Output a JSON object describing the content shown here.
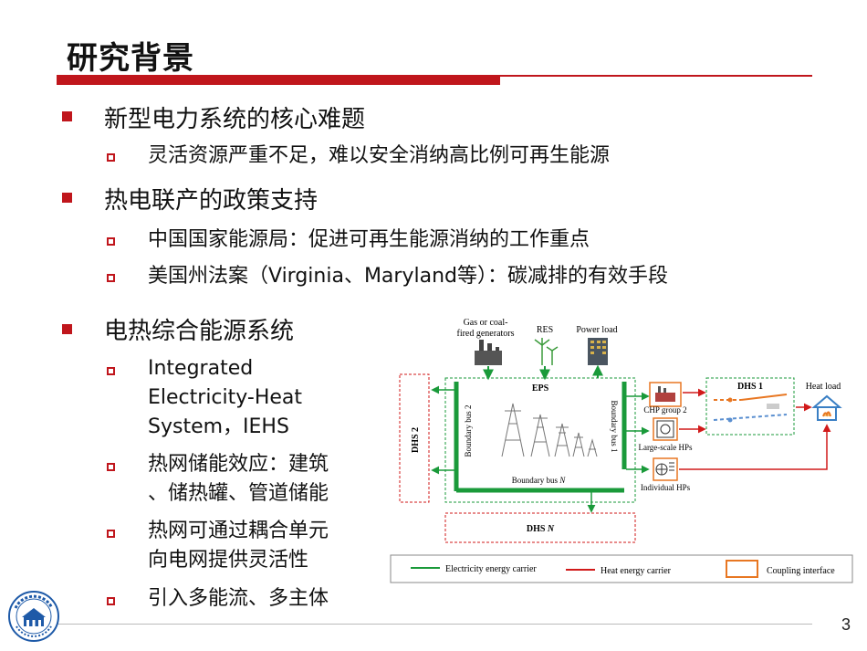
{
  "slide": {
    "title": "研究背景",
    "page_number": "3",
    "colors": {
      "accent": "#c0161c",
      "electric": "#1a9a3a",
      "heat": "#d11a1a",
      "coupling": "#e87722"
    }
  },
  "bullets": {
    "b1": {
      "text": "新型电力系统的核心难题"
    },
    "b1_1": {
      "text": "灵活资源严重不足，难以安全消纳高比例可再生能源"
    },
    "b2": {
      "text": "热电联产的政策支持"
    },
    "b2_1": {
      "text": "中国国家能源局：促进可再生能源消纳的工作重点"
    },
    "b2_2": {
      "text": "美国州法案（Virginia、Maryland等）：碳减排的有效手段"
    },
    "b3": {
      "text": "电热综合能源系统"
    },
    "b3_1": {
      "lines": [
        "Integrated",
        "Electricity-Heat",
        "System，IEHS"
      ]
    },
    "b3_2": {
      "lines": [
        "热网储能效应：建筑",
        "、储热罐、管道储能"
      ]
    },
    "b3_3": {
      "lines": [
        "热网可通过耦合单元",
        "向电网提供灵活性"
      ]
    },
    "b3_4": {
      "text": "引入多能流、多主体"
    }
  },
  "diagram": {
    "gen_label_1": "Gas or coal-",
    "gen_label_2": "fired generators",
    "res_label": "RES",
    "load_label": "Power load",
    "eps_label": "EPS",
    "dhs2_label": "DHS 2",
    "dhsn_label": "DHS ",
    "dhsn_sub": "N",
    "dhs1_label": "DHS 1",
    "bus2_label": "Boundary bus 2",
    "bus1_label": "Boundary bus 1",
    "busn_label": "Boundary bus ",
    "busn_sub": "N",
    "chp_label": "CHP group 2",
    "hp_large_label": "Large-scale HPs",
    "hp_ind_label": "Individual HPs",
    "heat_load_label": "Heat load",
    "legend_elec": "Electricity energy carrier",
    "legend_heat": "Heat energy carrier",
    "legend_coupling": "Coupling interface"
  }
}
